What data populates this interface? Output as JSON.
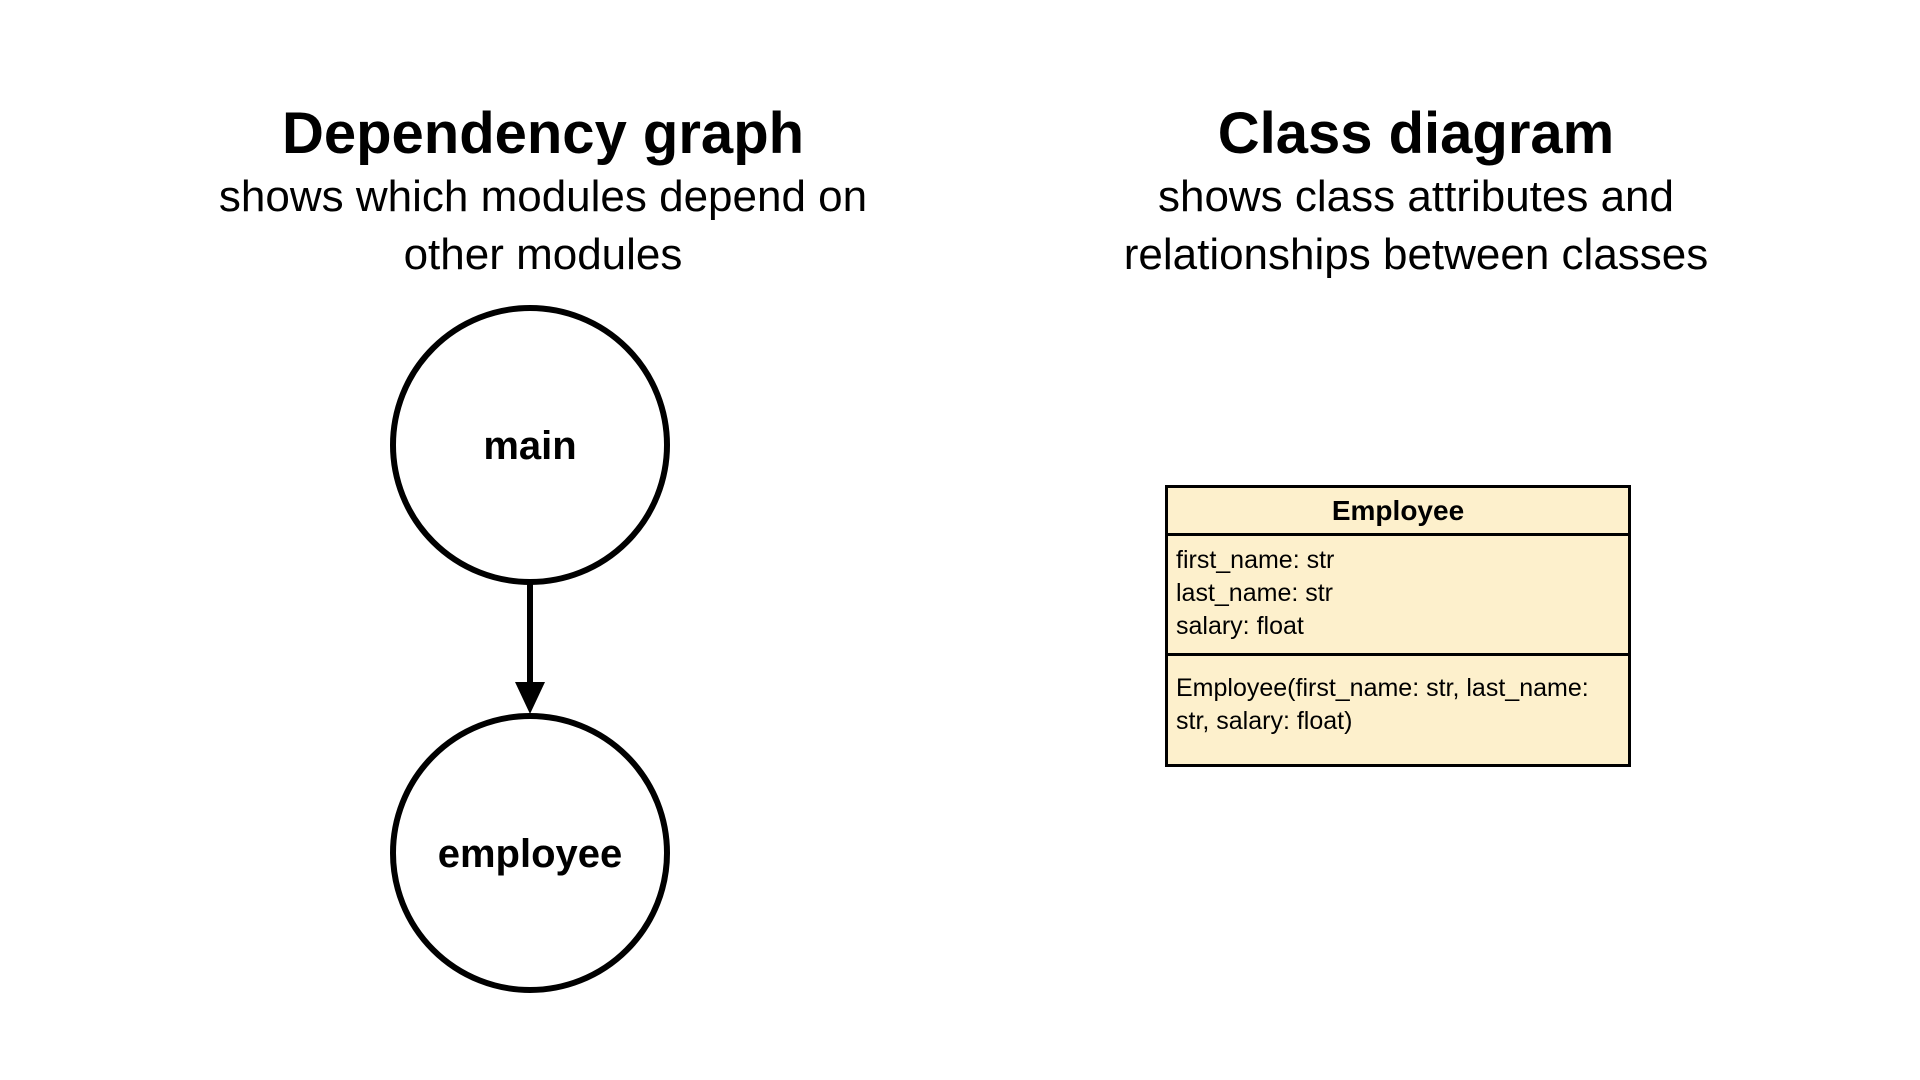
{
  "dependency_panel": {
    "title": "Dependency graph",
    "subtitle_line1": "shows which modules depend on",
    "subtitle_line2": "other modules",
    "nodes": [
      {
        "id": "main",
        "label": "main"
      },
      {
        "id": "employee",
        "label": "employee"
      }
    ],
    "edges": [
      {
        "from": "main",
        "to": "employee"
      }
    ]
  },
  "class_panel": {
    "title": "Class diagram",
    "subtitle_line1": "shows class attributes and",
    "subtitle_line2": "relationships between classes",
    "class": {
      "name": "Employee",
      "attributes": [
        "first_name: str",
        "last_name: str",
        "salary: float"
      ],
      "constructor_lines": [
        "Employee(first_name: str, last_name:",
        "str, salary: float)"
      ],
      "fill_color": "#fdf0cc"
    }
  }
}
